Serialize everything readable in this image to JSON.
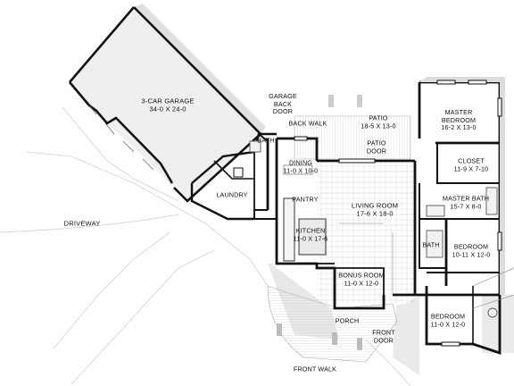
{
  "rooms": {
    "garage": {
      "name": "3-CAR GARAGE",
      "dims": "34-0 X 24-0"
    },
    "garage_back_door": {
      "name": "GARAGE\nBACK\nDOOR"
    },
    "back_walk": {
      "name": "BACK WALK"
    },
    "patio": {
      "name": "PATIO",
      "dims": "18-5 X 13-0"
    },
    "patio_door": {
      "name": "PATIO\nDOOR"
    },
    "master_bedroom": {
      "name": "MASTER\nBEDROOM",
      "dims": "16-2 X 13-0"
    },
    "closet": {
      "name": "CLOSET",
      "dims": "11-9 X 7-10"
    },
    "master_bath": {
      "name": "MASTER BATH",
      "dims": "15-7 X 8-0"
    },
    "bath_upper": {
      "name": "BATH"
    },
    "dining": {
      "name": "DINING",
      "dims": "11-0 X 10-0"
    },
    "laundry": {
      "name": "LAUNDRY"
    },
    "pantry": {
      "name": "PANTRY"
    },
    "living_room": {
      "name": "LIVING ROOM",
      "dims": "17-6 X 18-0"
    },
    "kitchen": {
      "name": "KITCHEN",
      "dims": "11-0 X 17-6"
    },
    "bath_right": {
      "name": "BATH"
    },
    "bedroom_1": {
      "name": "BEDROOM",
      "dims": "10-11 X 12-0"
    },
    "bonus_room": {
      "name": "BONUS ROOM",
      "dims": "11-0 X 12-0"
    },
    "porch": {
      "name": "PORCH"
    },
    "front_door": {
      "name": "FRONT\nDOOR"
    },
    "bedroom_2": {
      "name": "BEDROOM",
      "dims": "11-0 X 12-0"
    },
    "driveway": {
      "name": "DRIVEWAY"
    },
    "front_walk": {
      "name": "FRONT WALK"
    }
  },
  "colors": {
    "wall": "#111111",
    "shadow": "#cfcfcf",
    "roof": "#e6e6e6",
    "hatch": "#bdbdbd",
    "paper": "#ffffff"
  }
}
